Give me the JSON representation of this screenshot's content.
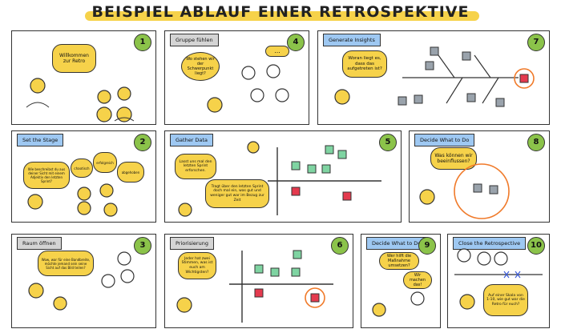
{
  "title": "BEISPIEL ABLAUF EINER RETROSPEKTIVE",
  "colors": {
    "accent": "#f6d24a",
    "green": "#8bc34a",
    "blue_tag": "#9ec8f2",
    "gray_tag": "#d4d4d4",
    "note_green": "#7fd4a2",
    "note_red": "#e43a4e",
    "note_gray": "#9aa3ac",
    "circle": "#f07a2a"
  },
  "panels": [
    {
      "num": "1",
      "bubbles": [
        "Willkommen zur Retro"
      ]
    },
    {
      "num": "2",
      "tag": "Set the Stage",
      "bubbles": [
        "Wie beschreibst du aus deiner Sicht mit einem Adjektiv den letzten Sprint?",
        "chaotisch",
        "erfolgreich",
        "abgehoben"
      ]
    },
    {
      "num": "3",
      "tag": "Raum öffnen",
      "bubbles": [
        "Wow, war für eine Bandbreite, möchte jemand sein seine Sicht auf das Bild teilen?"
      ]
    },
    {
      "num": "4",
      "tag": "Gruppe fühlen",
      "bubbles": [
        "Wo stehen wir der Schwerpunkt liegt?",
        "..."
      ]
    },
    {
      "num": "5",
      "tag": "Gather Data",
      "bubbles": [
        "Lasst uns mal den letzten Sprint erforschen.",
        "Tragt über den letzten Sprint doch mal ein, was gut und weniger gut war im Bezug zur Zeit"
      ]
    },
    {
      "num": "6",
      "tag": "Priorisierung",
      "bubbles": [
        "Jeder hat zwei Stimmen, was ist euch am Wichtigsten?"
      ]
    },
    {
      "num": "7",
      "tag": "Generate Insights",
      "bubbles": [
        "Woran liegt es, dass das aufgetreten ist?"
      ]
    },
    {
      "num": "8",
      "tag": "Decide What to Do",
      "bubbles": [
        "Was können wir beeinflussen?"
      ]
    },
    {
      "num": "9",
      "tag": "Decide What to Do",
      "bubbles": [
        "Wer hilft die Maßnahme umsetzen?",
        "Wir machen das!"
      ]
    },
    {
      "num": "10",
      "tag": "Close the Retrospective",
      "bubbles": [
        "Auf einer Skala von 1-10, wie gut war die Retro für euch?"
      ]
    }
  ]
}
